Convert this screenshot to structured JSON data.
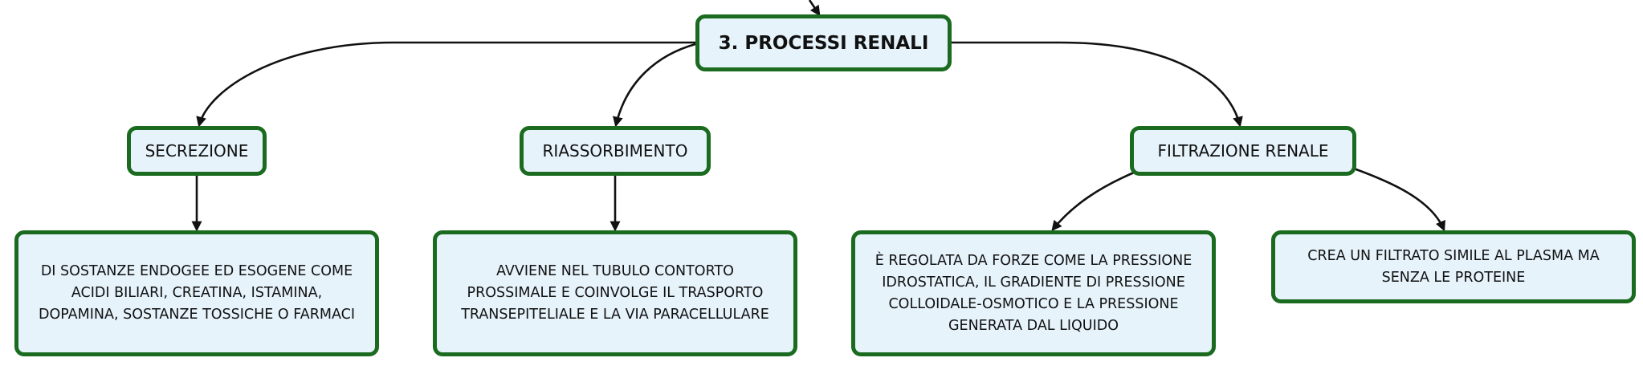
{
  "diagram": {
    "colors": {
      "node_fill": "#e6f3fb",
      "node_border": "#1a6b1f",
      "connector": "#111111",
      "text": "#111111"
    },
    "root": {
      "label": "3. PROCESSI RENALI"
    },
    "categories": [
      {
        "id": "secrezione",
        "label": "SECREZIONE"
      },
      {
        "id": "riassorbimento",
        "label": "RIASSORBIMENTO"
      },
      {
        "id": "filtrazione",
        "label": "FILTRAZIONE RENALE"
      }
    ],
    "details": [
      {
        "parent": "secrezione",
        "lines": [
          "DI SOSTANZE ENDOGEE ED ESOGENE COME",
          "ACIDI BILIARI, CREATINA, ISTAMINA,",
          "DOPAMINA, SOSTANZE TOSSICHE O FARMACI"
        ]
      },
      {
        "parent": "riassorbimento",
        "lines": [
          "AVVIENE NEL TUBULO CONTORTO",
          "PROSSIMALE E COINVOLGE IL TRASPORTO",
          "TRANSEPITELIALE E LA VIA PARACELLULARE"
        ]
      },
      {
        "parent": "filtrazione",
        "lines": [
          "È REGOLATA DA FORZE COME LA PRESSIONE",
          "IDROSTATICA, IL GRADIENTE DI PRESSIONE",
          "COLLOIDALE-OSMOTICO E LA PRESSIONE",
          "GENERATA DAL LIQUIDO"
        ]
      },
      {
        "parent": "filtrazione",
        "lines": [
          "CREA UN FILTRATO SIMILE AL PLASMA MA",
          "SENZA LE PROTEINE"
        ]
      }
    ]
  }
}
